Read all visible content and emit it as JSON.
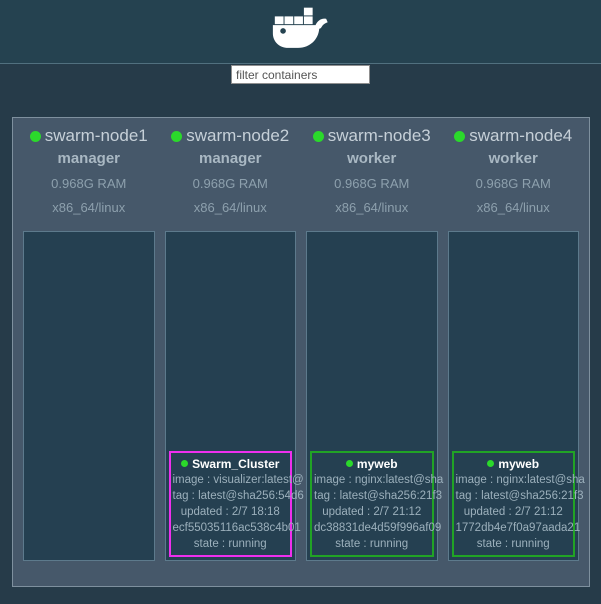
{
  "header": {
    "logo_icon": "docker-whale-icon"
  },
  "filter": {
    "placeholder": "filter containers"
  },
  "colors": {
    "status_dot": "#2bd92b",
    "header_bg": "#254250",
    "page_bg": "#263b49",
    "panel_bg": "#46586a",
    "tasks_bg": "#254051"
  },
  "nodes": [
    {
      "name": "swarm-node1",
      "role": "manager",
      "ram": "0.968G RAM",
      "platform": "x86_64/linux",
      "tasks": []
    },
    {
      "name": "swarm-node2",
      "role": "manager",
      "ram": "0.968G RAM",
      "platform": "x86_64/linux",
      "tasks": [
        {
          "name": "Swarm_Cluster",
          "border_color": "#ee2fee",
          "lines": [
            "image : visualizer:latest@",
            "tag : latest@sha256:54d6",
            "updated : 2/7 18:18",
            "ecf55035116ac538c4b01",
            "state : running"
          ]
        }
      ]
    },
    {
      "name": "swarm-node3",
      "role": "worker",
      "ram": "0.968G RAM",
      "platform": "x86_64/linux",
      "tasks": [
        {
          "name": "myweb",
          "border_color": "#21a325",
          "lines": [
            "image : nginx:latest@sha",
            "tag : latest@sha256:21f3",
            "updated : 2/7 21:12",
            "dc38831de4d59f996af09",
            "state : running"
          ]
        }
      ]
    },
    {
      "name": "swarm-node4",
      "role": "worker",
      "ram": "0.968G RAM",
      "platform": "x86_64/linux",
      "tasks": [
        {
          "name": "myweb",
          "border_color": "#21a325",
          "lines": [
            "image : nginx:latest@sha",
            "tag : latest@sha256:21f3",
            "updated : 2/7 21:12",
            "1772db4e7f0a97aada21",
            "state : running"
          ]
        }
      ]
    }
  ]
}
